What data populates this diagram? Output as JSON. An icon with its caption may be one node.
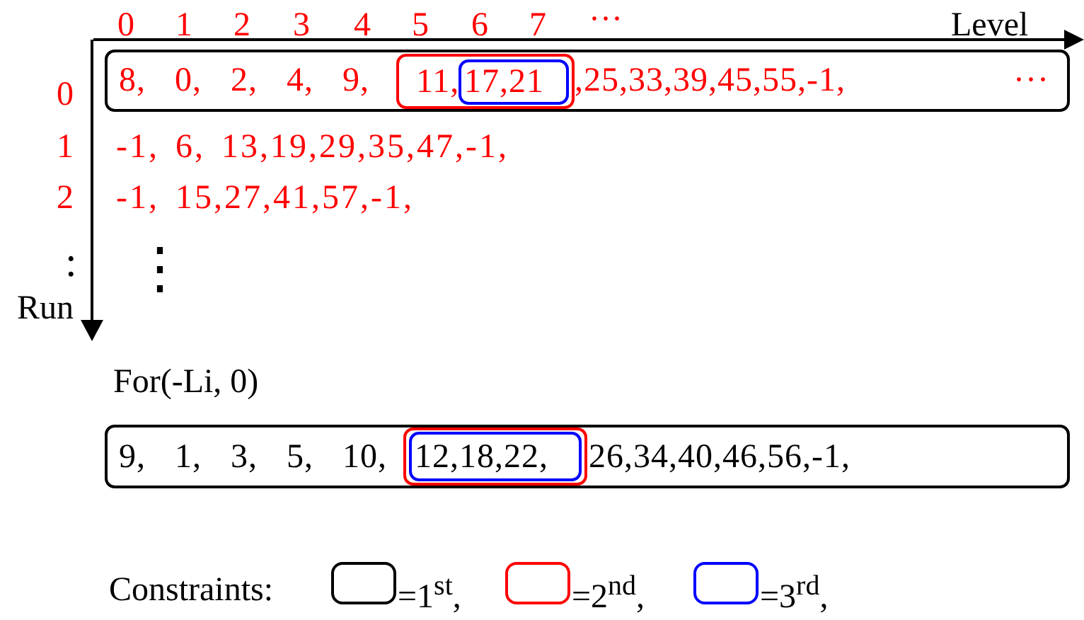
{
  "diagram": {
    "nodes": [
      {
        "text": [
          "8, 0, 2, 4, 9,",
          ",25,33,39,45,55,-1,",
          "···"
        ]
      },
      {
        "text": [
          "11,"
        ],
        "in": 0
      },
      {
        "text": [
          "17,21"
        ],
        "in": 1
      },
      {
        "text": [
          "9, 1, 3, 5, 10,",
          "26,34,40,46,56,-1,"
        ]
      },
      {
        "text": [],
        "shape": "box",
        "in": 3
      },
      {
        "text": [
          "12,18,22,"
        ],
        "in": 4
      }
    ],
    "labels": [
      "0",
      "1",
      "2",
      "3",
      "4",
      "5",
      "6",
      "7",
      "···",
      "Level",
      "0",
      "1",
      "2",
      ":",
      "-1, 6, 13,19,29,35,47,-1,",
      "-1, 15,27,41,57,-1,",
      "⋮",
      "Run",
      "For(-Li, 0)",
      "Constraints:"
    ],
    "legend": [
      {
        "text": "=1$^{st}$,",
        "color": "#000000"
      },
      {
        "text": "=2$^{nd}$,",
        "color": "#ff0000"
      },
      {
        "text": "=3$^{rd}$,",
        "color": "#0000ff"
      }
    ]
  }
}
